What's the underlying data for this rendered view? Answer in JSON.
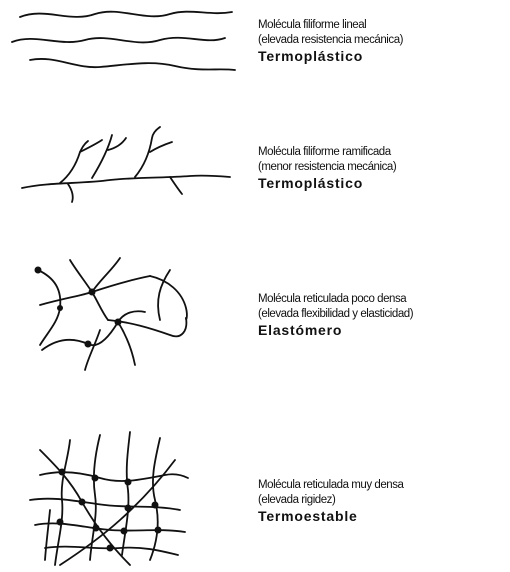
{
  "rows": [
    {
      "line1": "Molécula filiforme lineal",
      "line2": "(elevada resistencia mecánica)",
      "type": "Termoplástico"
    },
    {
      "line1": "Molécula filiforme ramificada",
      "line2": "(menor resistencia mecánica)",
      "type": "Termoplástico"
    },
    {
      "line1": "Molécula reticulada poco densa",
      "line2": "(elevada flexibilidad y elasticidad)",
      "type": "Elastómero"
    },
    {
      "line1": "Molécula reticulada muy densa",
      "line2": "(elevada rigidez)",
      "type": "Termoestable"
    }
  ]
}
